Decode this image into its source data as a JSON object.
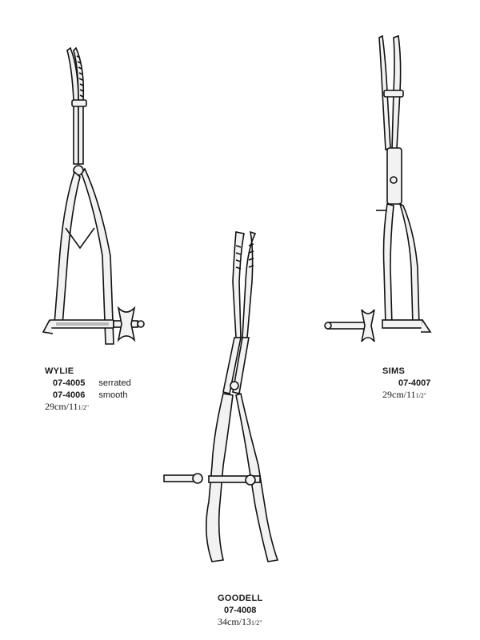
{
  "instruments": {
    "wylie": {
      "name": "WYLIE",
      "variants": [
        {
          "code": "07-4005",
          "desc": "serrated"
        },
        {
          "code": "07-4006",
          "desc": "smooth"
        }
      ],
      "size_main": "29cm/11",
      "size_frac": "1/2\""
    },
    "sims": {
      "name": "SIMS",
      "code": "07-4007",
      "size_main": "29cm/11",
      "size_frac": "1/2\""
    },
    "goodell": {
      "name": "GOODELL",
      "code": "07-4008",
      "size_main": "34cm/13",
      "size_frac": "1/2\""
    }
  }
}
